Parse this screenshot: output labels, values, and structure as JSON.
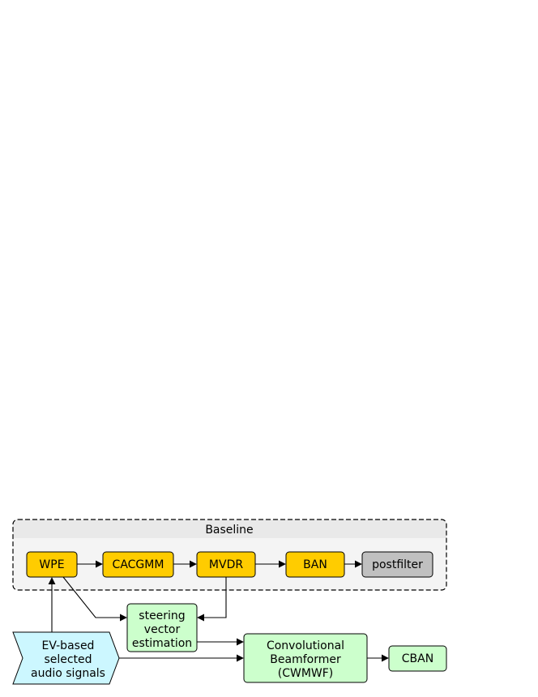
{
  "baseline": {
    "title": "Baseline"
  },
  "blocks": {
    "wpe": "WPE",
    "cacgmm": "CACGMM",
    "mvdr": "MVDR",
    "ban": "BAN",
    "postfilter": "postfilter",
    "steering": [
      "steering",
      "vector",
      "estimation"
    ],
    "cwmwf": [
      "Convolutional",
      "Beamformer",
      "(CWMWF)"
    ],
    "cban": "CBAN",
    "input": [
      "EV-based",
      "selected",
      "audio signals"
    ]
  },
  "colors": {
    "baseline_block": "#ffcc00",
    "postfilter_block": "#c0c0c0",
    "new_block": "#ccffcc",
    "input_block": "#ccf7ff",
    "baseline_header": "#e9e9e9",
    "baseline_body": "#f4f4f4"
  }
}
